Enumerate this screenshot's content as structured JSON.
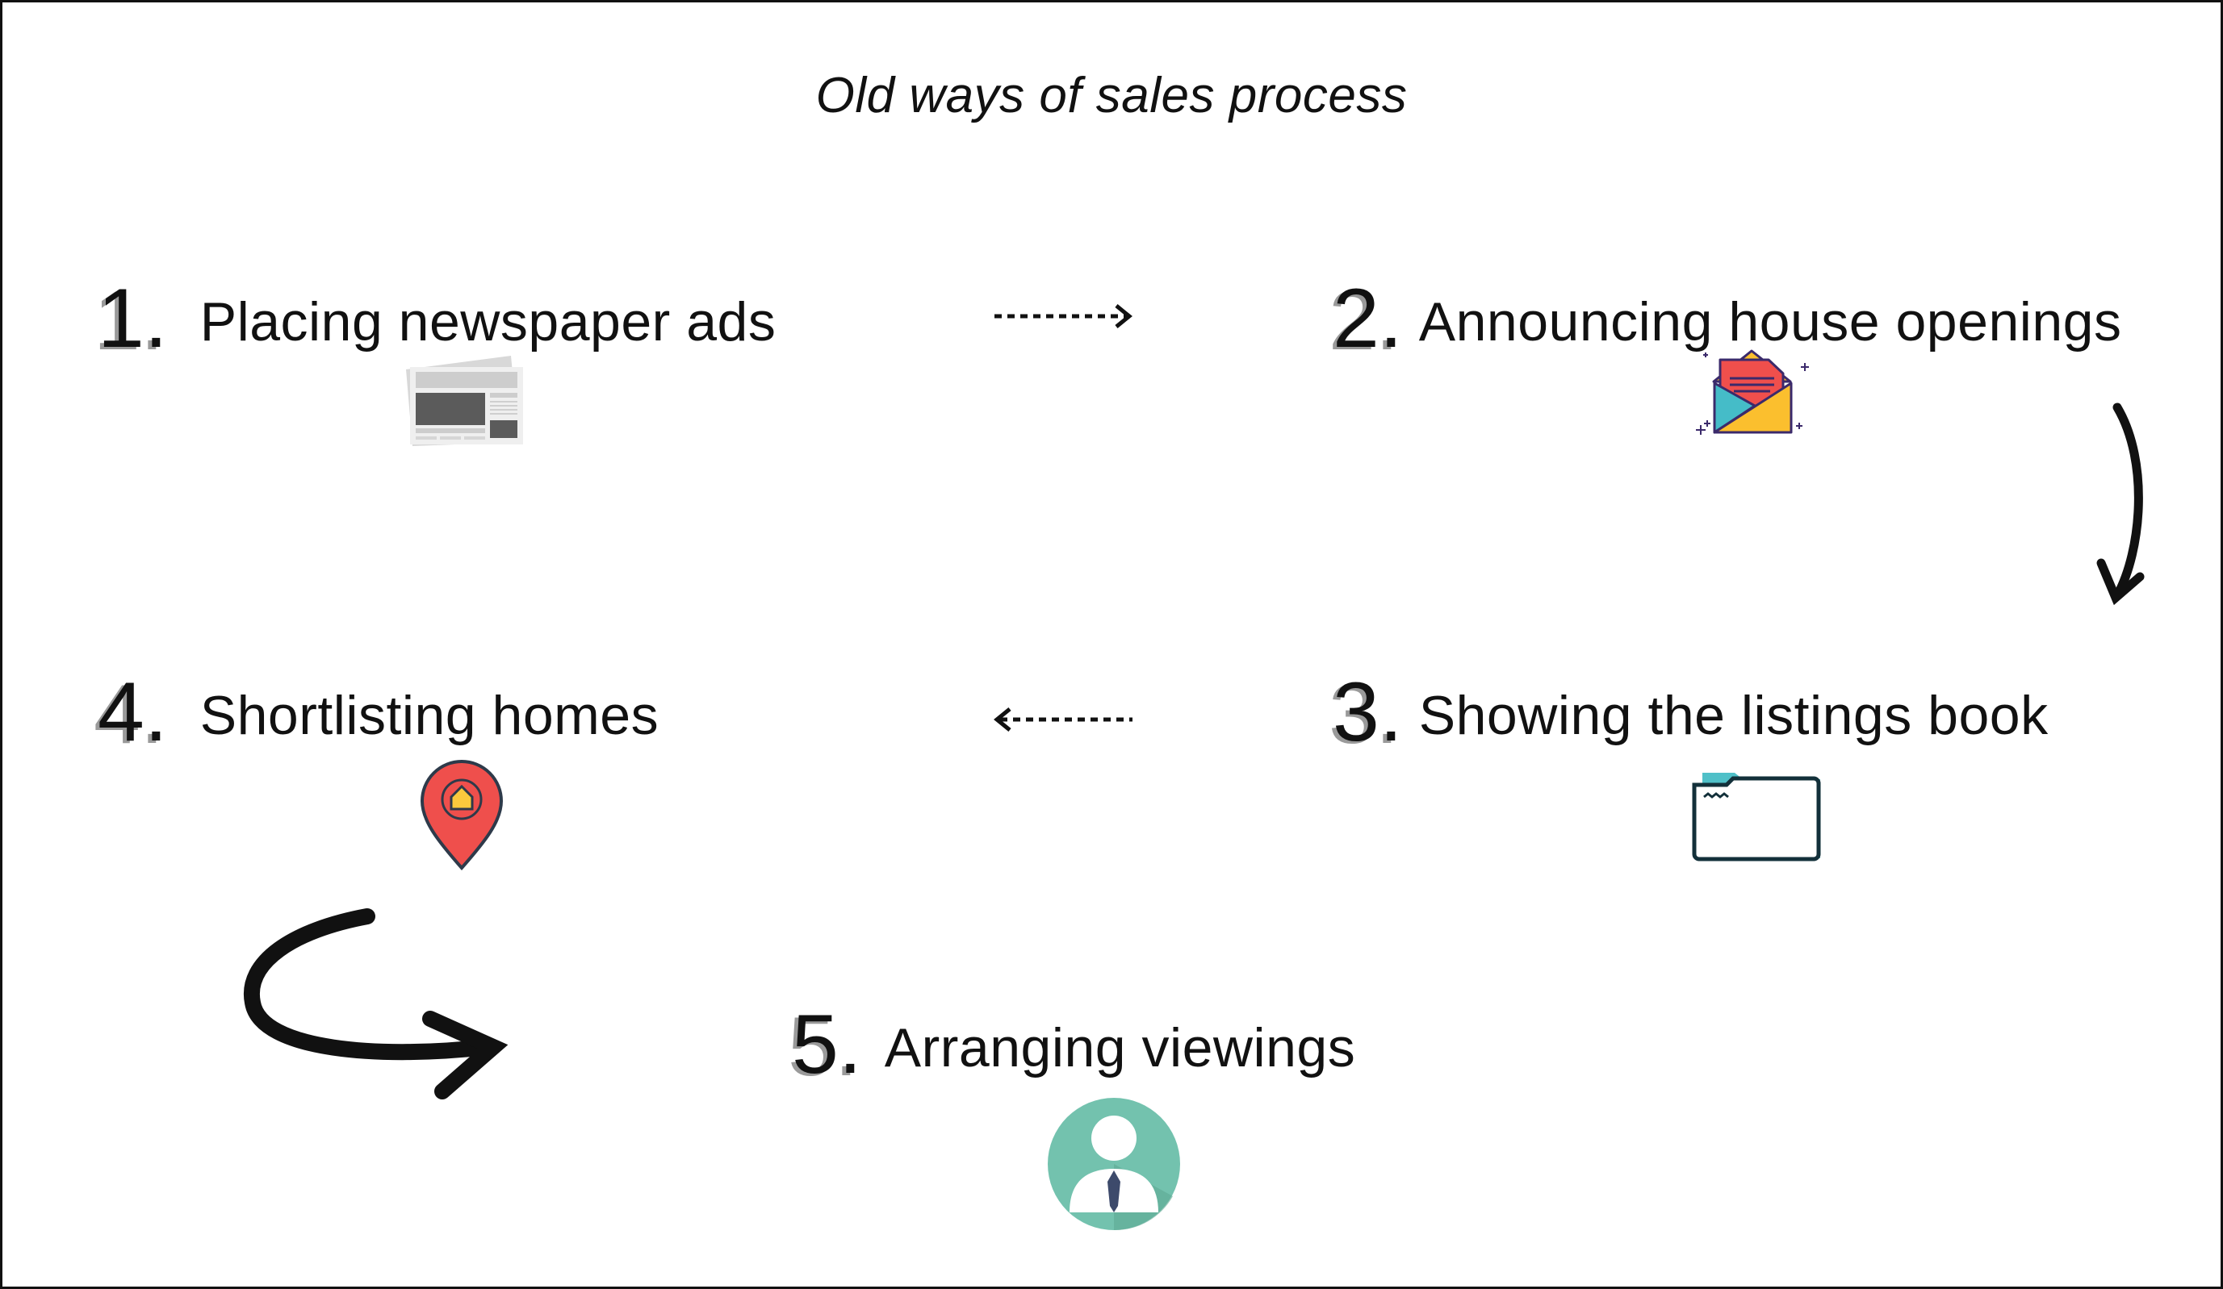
{
  "title": "Old ways of sales process",
  "steps": [
    {
      "number": "1.",
      "label": "Placing newspaper ads",
      "icon": "newspaper-icon"
    },
    {
      "number": "2.",
      "label": "Announcing house openings",
      "icon": "envelope-letter-icon"
    },
    {
      "number": "3.",
      "label": "Showing the listings book",
      "icon": "folder-icon"
    },
    {
      "number": "4.",
      "label": "Shortlisting homes",
      "icon": "home-location-pin-icon"
    },
    {
      "number": "5.",
      "label": "Arranging viewings",
      "icon": "businessman-avatar-icon"
    }
  ],
  "colors": {
    "red": "#ef4f4c",
    "yellow": "#fbbf2e",
    "teal": "#45bcc8",
    "navy": "#3b2a6b",
    "green": "#73c2ae"
  }
}
